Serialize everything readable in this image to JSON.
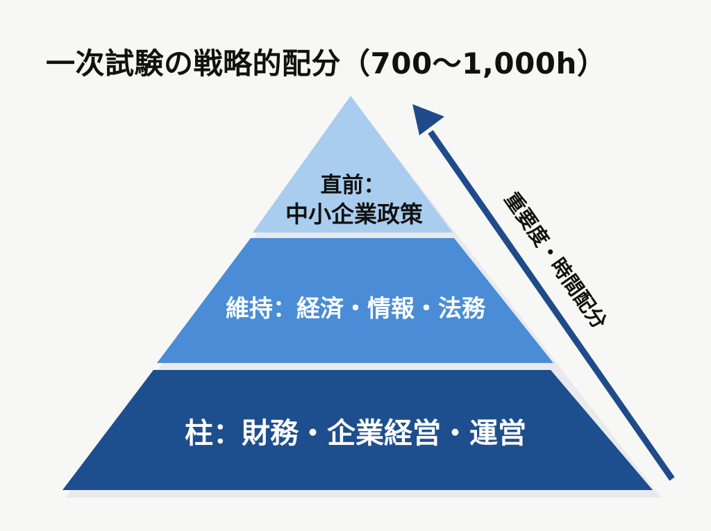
{
  "title": "一次試験の戦略的配分（700〜1,000h）",
  "pyramid": {
    "top": {
      "line1": "直前：",
      "line2": "中小企業政策",
      "color": "#a9cdef",
      "text_color": "#111111"
    },
    "middle": {
      "label": "維持：経済・情報・法務",
      "color": "#4a8dd6",
      "text_color": "#ffffff"
    },
    "bottom": {
      "label": "柱：財務・企業経営・運営",
      "color": "#1d4e8d",
      "text_color": "#ffffff"
    }
  },
  "arrow": {
    "label": "重要度・時間配分",
    "color": "#1f4b8a"
  }
}
